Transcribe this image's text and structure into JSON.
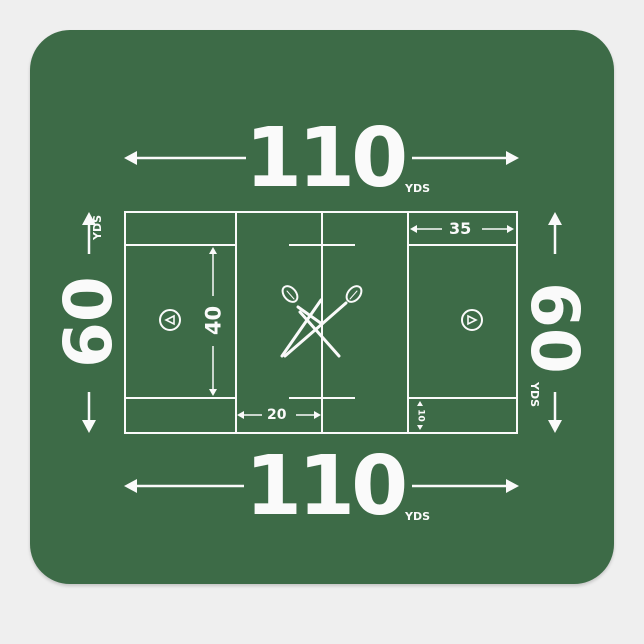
{
  "sticker": {
    "background_color": "#3d6b47",
    "line_color": "#fafafa",
    "page_background": "#efefef"
  },
  "labels": {
    "top_length": "110",
    "top_unit": "YDS",
    "bottom_length": "110",
    "bottom_unit": "YDS",
    "left_width": "60",
    "left_unit": "YDS",
    "right_width": "60",
    "right_unit": "YDS"
  },
  "field": {
    "goal_area_height": "40",
    "wing_distance": "20",
    "end_zone_depth": "35",
    "end_line_gap": "10",
    "icons": [
      "lacrosse-sticks-crossed-icon",
      "goal-crease-left-icon",
      "goal-crease-right-icon"
    ]
  }
}
